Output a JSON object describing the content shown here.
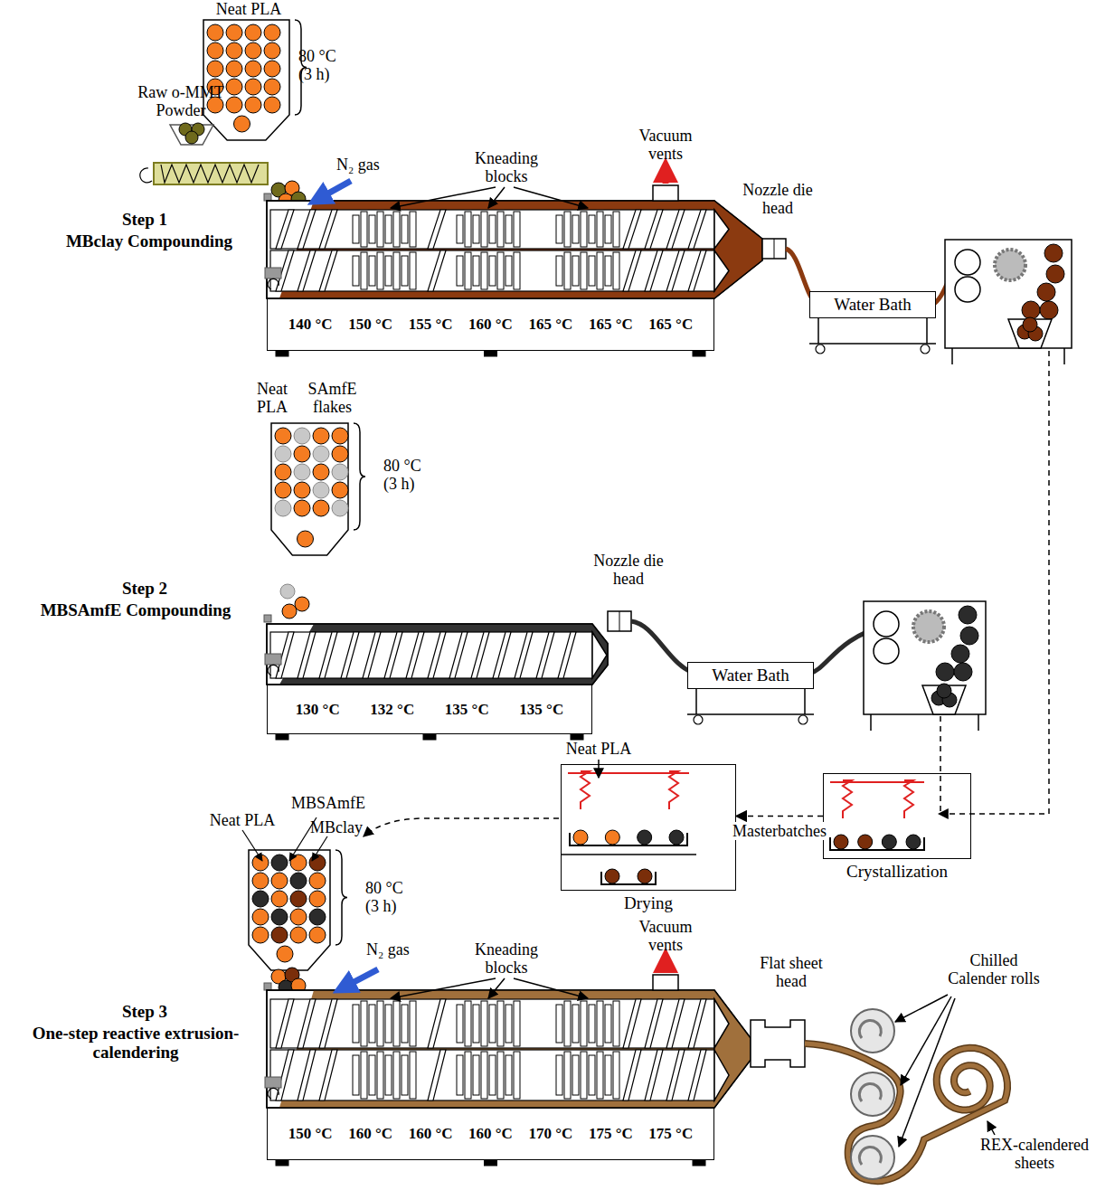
{
  "diagram": {
    "nodes": [
      {
        "text": [
          "140 °C",
          "150 °C",
          "155 °C",
          "160 °C",
          "165 °C",
          "165 °C",
          "165 °C"
        ]
      },
      {
        "text": [
          "Water Bath"
        ]
      },
      {
        "text": [
          "130 °C",
          "132 °C",
          "135 °C",
          "135 °C"
        ]
      },
      {
        "text": [
          "Water Bath"
        ]
      },
      {
        "text": [
          "Crystallization"
        ]
      },
      {
        "text": [
          "Drying"
        ]
      },
      {
        "text": [
          "150 °C",
          "160 °C",
          "160 °C",
          "160 °C",
          "170 °C",
          "175 °C",
          "175 °C"
        ]
      }
    ],
    "edges": [
      {
        "from": 4,
        "to": 5,
        "arrow": "to",
        "label": "Masterbatches"
      }
    ],
    "labels": [
      "Neat PLA",
      "80 °C (3 h)",
      "Raw o-MMT Powder",
      "N₂ gas",
      "Step 1",
      "MBclay Compounding",
      "Kneading blocks",
      "Vacuum vents",
      "Nozzle die head",
      "Neat PLA",
      "SAmfE flakes",
      "80 °C (3 h)",
      "Step 2",
      "MBSAmfE Compounding",
      "Nozzle die head",
      "Neat PLA",
      "MBSAmfE",
      "Neat PLA",
      "MBclay",
      "80 °C (3 h)",
      "N₂ gas",
      "Kneading blocks",
      "Vacuum vents",
      "Step 3",
      "One-step reactive extrusion-calendering",
      "Flat sheet head",
      "Chilled Calender rolls",
      "REX-calendered sheets"
    ]
  }
}
